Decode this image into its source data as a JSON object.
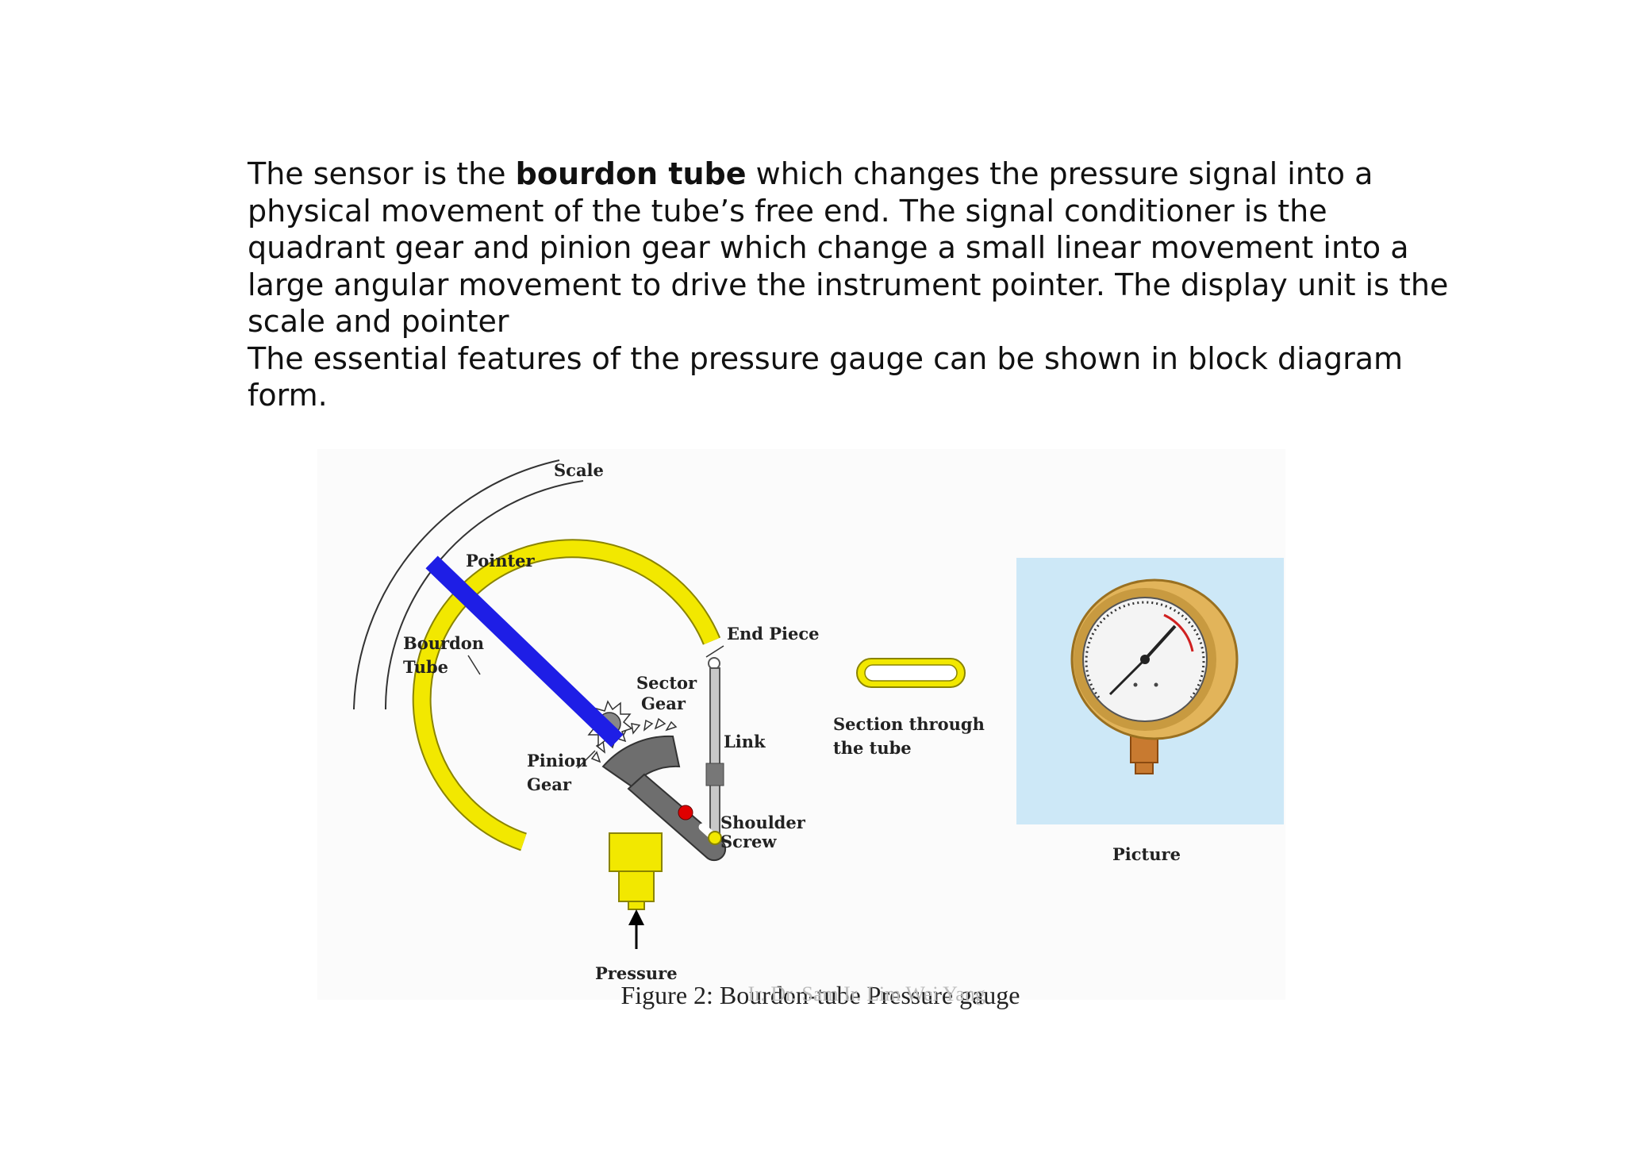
{
  "text": {
    "p1_before": "The sensor is the ",
    "p1_bold": "bourdon tube",
    "p1_after": " which changes the pressure signal into a physical movement of the tube’s free end. The signal conditioner is the quadrant gear and pinion gear which change a small linear movement into a large angular movement to drive the instrument pointer. The display unit is the scale and pointer",
    "p2": "The essential features of the pressure gauge can be shown in block diagram form."
  },
  "figure": {
    "labels": {
      "scale": "Scale",
      "pointer": "Pointer",
      "bourdon_1": "Bourdon",
      "bourdon_2": "Tube",
      "end_piece": "End Piece",
      "sector_1": "Sector",
      "sector_2": "Gear",
      "link": "Link",
      "pinion_1": "Pinion",
      "pinion_2": "Gear",
      "shoulder_1": "Shoulder",
      "shoulder_2": "Screw",
      "pressure": "Pressure",
      "section_1": "Section through",
      "section_2": "the tube",
      "picture": "Picture"
    },
    "caption": "Figure 2: Bourdon-tube Pressure gauge",
    "watermark": "Ir. Dr. Sam Ir. Lim Wei Yang"
  },
  "colors": {
    "tube": "#f2e800",
    "tube_outline": "#8a8400",
    "pointer": "#1e1ee6",
    "gear": "#6e6e6e",
    "screw_red": "#e00000",
    "photo_bg": "#cde8f7"
  }
}
